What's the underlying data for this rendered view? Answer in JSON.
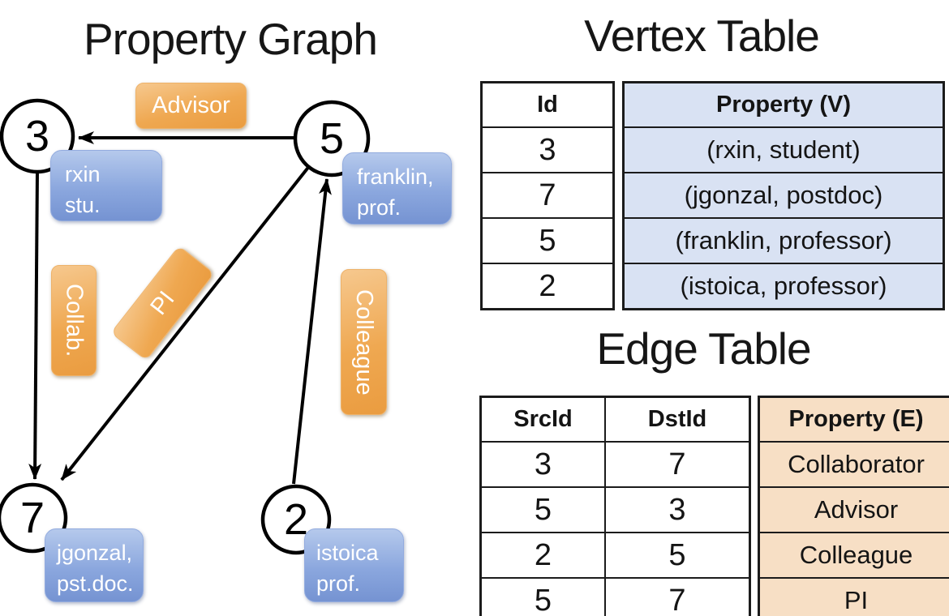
{
  "graph": {
    "title": "Property Graph",
    "nodes": [
      {
        "id": "3",
        "line1": "rxin",
        "line2": "stu."
      },
      {
        "id": "5",
        "line1": "franklin,",
        "line2": "prof."
      },
      {
        "id": "7",
        "line1": "jgonzal,",
        "line2": "pst.doc."
      },
      {
        "id": "2",
        "line1": "istoica",
        "line2": "prof."
      }
    ],
    "edge_labels": {
      "advisor": "Advisor",
      "collab": "Collab.",
      "pi": "PI",
      "colleague": "Colleague"
    },
    "edges": [
      {
        "from": "5",
        "to": "3",
        "label": "Advisor"
      },
      {
        "from": "3",
        "to": "7",
        "label": "Collab."
      },
      {
        "from": "5",
        "to": "7",
        "label": "PI"
      },
      {
        "from": "2",
        "to": "5",
        "label": "Colleague"
      }
    ]
  },
  "vertex_table": {
    "title": "Vertex Table",
    "columns": {
      "id": "Id",
      "property": "Property (V)"
    },
    "rows": [
      {
        "id": "3",
        "property": "(rxin, student)"
      },
      {
        "id": "7",
        "property": "(jgonzal, postdoc)"
      },
      {
        "id": "5",
        "property": "(franklin, professor)"
      },
      {
        "id": "2",
        "property": "(istoica, professor)"
      }
    ]
  },
  "edge_table": {
    "title": "Edge Table",
    "columns": {
      "src": "SrcId",
      "dst": "DstId",
      "property": "Property (E)"
    },
    "rows": [
      {
        "src": "3",
        "dst": "7",
        "property": "Collaborator"
      },
      {
        "src": "5",
        "dst": "3",
        "property": "Advisor"
      },
      {
        "src": "2",
        "dst": "5",
        "property": "Colleague"
      },
      {
        "src": "5",
        "dst": "7",
        "property": "PI"
      }
    ]
  },
  "colors": {
    "vertex_property_fill": "#d9e2f3",
    "edge_property_fill": "#f7dfc5",
    "node_label_blue": "#8ba7de",
    "edge_label_orange": "#efa851",
    "line_black": "#000000"
  }
}
